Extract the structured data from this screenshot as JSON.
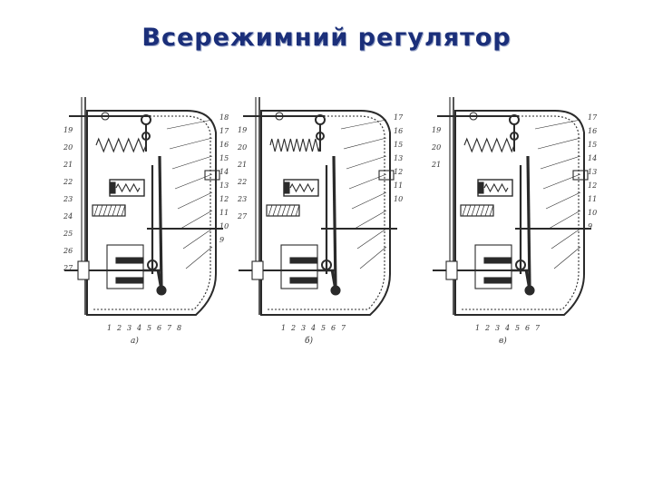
{
  "title": "Всережимний регулятор",
  "figures": [
    {
      "caption": "а)",
      "left_labels": [
        "19",
        "20",
        "21",
        "22",
        "23",
        "24",
        "25",
        "26",
        "27"
      ],
      "right_labels": [
        "18",
        "17",
        "16",
        "15",
        "14",
        "13",
        "12",
        "11",
        "10",
        "9"
      ],
      "bottom_labels": [
        "1",
        "2",
        "3",
        "4",
        "5",
        "6",
        "7",
        "8"
      ]
    },
    {
      "caption": "б)",
      "left_labels": [
        "19",
        "20",
        "21",
        "22",
        "23",
        "27"
      ],
      "right_labels": [
        "17",
        "16",
        "15",
        "13",
        "12",
        "11",
        "10"
      ],
      "bottom_labels": [
        "1",
        "2",
        "3",
        "4",
        "5",
        "6",
        "7"
      ]
    },
    {
      "caption": "в)",
      "left_labels": [
        "19",
        "20",
        "21"
      ],
      "right_labels": [
        "17",
        "16",
        "15",
        "14",
        "13",
        "12",
        "11",
        "10",
        "9"
      ],
      "bottom_labels": [
        "1",
        "2",
        "3",
        "4",
        "5",
        "6",
        "7"
      ]
    }
  ],
  "colors": {
    "title": "#1b2f7a",
    "ink": "#2a2a2a"
  }
}
